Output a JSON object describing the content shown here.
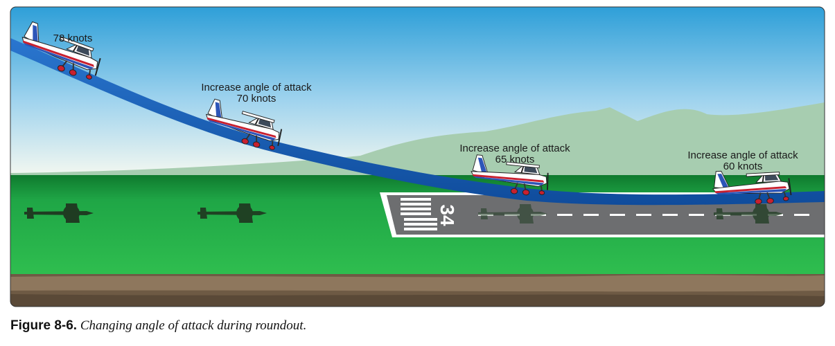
{
  "labels": {
    "speed_1": "78 knots",
    "action_2": "Increase angle of attack",
    "speed_2": "70 knots",
    "action_3": "Increase angle of attack",
    "speed_3": "65 knots",
    "action_4": "Increase angle of attack",
    "speed_4": "60 knots"
  },
  "runway": {
    "number": "34"
  },
  "caption": {
    "figure": "Figure 8-6.",
    "text": "Changing angle of attack during roundout."
  },
  "colors": {
    "sky_top": "#2e9fd8",
    "sky_bottom": "#f4f8f0",
    "flight_path": "#1b5fb4",
    "grass": "#22b04a",
    "runway": "#6d6e70",
    "soil": "#6e5a44"
  }
}
